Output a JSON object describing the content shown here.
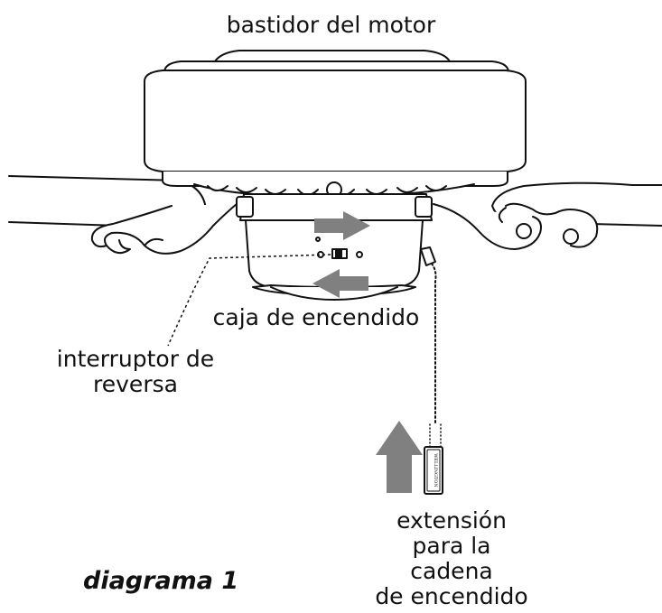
{
  "labels": {
    "motor_housing": "bastidor del motor",
    "switch_housing": "caja de encendido",
    "reverse_switch": [
      "interruptor de",
      "reversa"
    ],
    "pull_chain_extension": [
      "extensión",
      "para la",
      "cadena",
      "de encendido"
    ],
    "diagram_title": "diagrama 1",
    "pendant_brand": "WELLINGTON"
  },
  "colors": {
    "line": "#111111",
    "arrow": "#808080",
    "fill": "#ffffff"
  },
  "icons": [
    "right-arrow-icon",
    "left-arrow-icon",
    "up-arrow-icon"
  ]
}
